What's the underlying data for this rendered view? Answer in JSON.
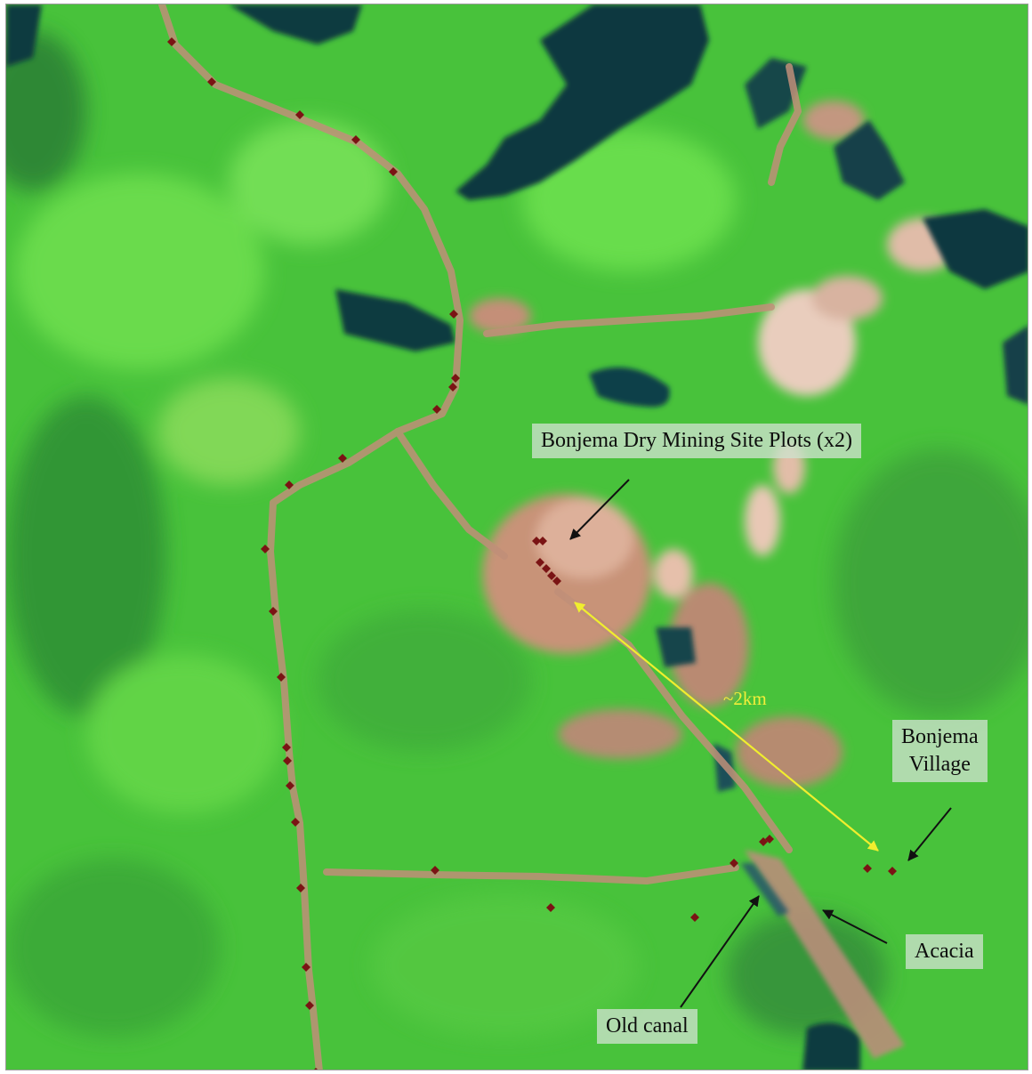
{
  "labels": {
    "mining_site": "Bonjema Dry Mining Site Plots (x2)",
    "village": "Bonjema\nVillage",
    "acacia": "Acacia",
    "old_canal": "Old canal",
    "distance": "~2km"
  },
  "colors": {
    "vegetation_bright": "#5fd545",
    "vegetation_base": "#48c23b",
    "vegetation_dark": "#2f9b35",
    "water": "#0f3b41",
    "bare_soil": "#c99a7c",
    "sand": "#efcfba",
    "road": "#c08f79",
    "sample_point": "#7a1414",
    "distance_arrow": "#f0ee2e",
    "pointer_arrow": "#111111"
  },
  "icons": {
    "sample_point": "diamond-point-icon",
    "pointer": "arrow-pointer-icon"
  }
}
